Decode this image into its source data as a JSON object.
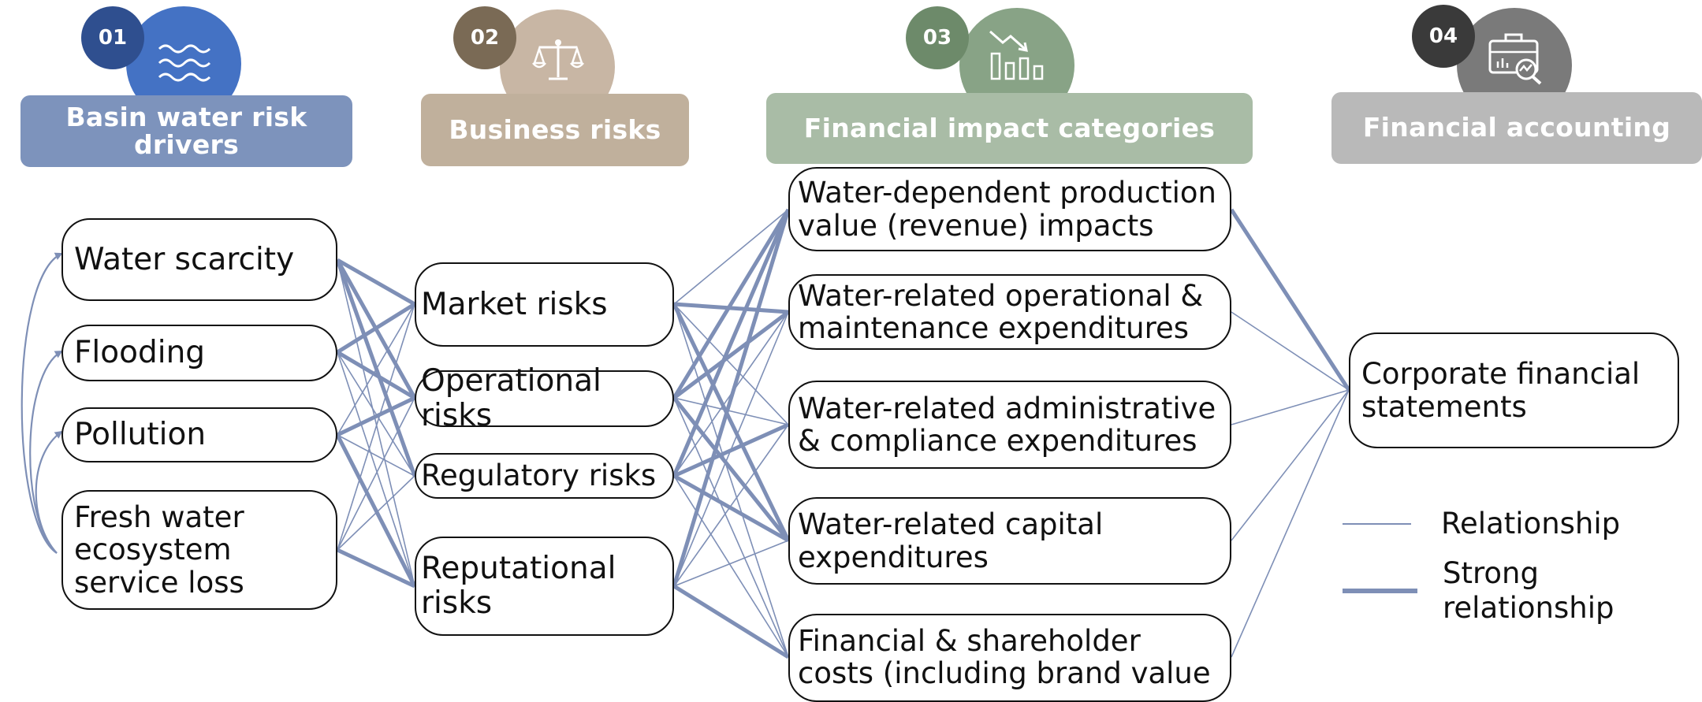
{
  "colors": {
    "link": "#7e8fb6",
    "col1": "#7d93bc",
    "col1_circle": "#4472c4",
    "col1_num": "#2f4f8f",
    "col2": "#c0b09c",
    "col2_circle": "#c8b6a4",
    "col2_num": "#7a6a55",
    "col3": "#a9bca6",
    "col3_circle": "#88a386",
    "col3_num": "#6d8a6a",
    "col4": "#b9b9b9",
    "col4_circle": "#7a7a7a",
    "col4_num": "#3a3a3a"
  },
  "headers": [
    {
      "number": "01",
      "title": "Basin water risk drivers",
      "icon": "water-waves-icon"
    },
    {
      "number": "02",
      "title": "Business risks",
      "icon": "scales-icon"
    },
    {
      "number": "03",
      "title": "Financial impact categories",
      "icon": "declining-bar-chart-icon"
    },
    {
      "number": "04",
      "title": "Financial accounting",
      "icon": "briefcase-analytics-icon"
    }
  ],
  "drivers": [
    "Water scarcity",
    "Flooding",
    "Pollution",
    "Fresh water ecosystem service loss"
  ],
  "business_risks": [
    "Market risks",
    "Operational risks",
    "Regulatory risks",
    "Reputational risks"
  ],
  "impacts": [
    "Water-dependent production value (revenue) impacts",
    "Water-related operational & maintenance expenditures",
    "Water-related administrative & compliance expenditures",
    "Water-related capital expenditures",
    "Financial & shareholder costs (including brand value"
  ],
  "accounting": [
    "Corporate financial statements"
  ],
  "legend": {
    "relationship": "Relationship",
    "strong": "Strong relationship"
  },
  "links": {
    "driver_feedback": [
      [
        3,
        0
      ],
      [
        3,
        1
      ],
      [
        3,
        2
      ]
    ],
    "drivers_to_risks": [
      [
        0,
        0,
        "strong"
      ],
      [
        0,
        1,
        "strong"
      ],
      [
        0,
        2,
        "strong"
      ],
      [
        0,
        3,
        "normal"
      ],
      [
        1,
        0,
        "strong"
      ],
      [
        1,
        1,
        "strong"
      ],
      [
        1,
        2,
        "normal"
      ],
      [
        1,
        3,
        "normal"
      ],
      [
        2,
        0,
        "normal"
      ],
      [
        2,
        1,
        "strong"
      ],
      [
        2,
        2,
        "normal"
      ],
      [
        2,
        3,
        "strong"
      ],
      [
        3,
        0,
        "normal"
      ],
      [
        3,
        1,
        "normal"
      ],
      [
        3,
        2,
        "normal"
      ],
      [
        3,
        3,
        "strong"
      ]
    ],
    "risks_to_impacts": [
      [
        0,
        0,
        "normal"
      ],
      [
        0,
        1,
        "strong"
      ],
      [
        0,
        2,
        "normal"
      ],
      [
        0,
        3,
        "strong"
      ],
      [
        0,
        4,
        "normal"
      ],
      [
        1,
        0,
        "strong"
      ],
      [
        1,
        1,
        "strong"
      ],
      [
        1,
        2,
        "normal"
      ],
      [
        1,
        3,
        "strong"
      ],
      [
        1,
        4,
        "normal"
      ],
      [
        2,
        0,
        "strong"
      ],
      [
        2,
        1,
        "normal"
      ],
      [
        2,
        2,
        "strong"
      ],
      [
        2,
        3,
        "strong"
      ],
      [
        2,
        4,
        "normal"
      ],
      [
        3,
        0,
        "strong"
      ],
      [
        3,
        1,
        "normal"
      ],
      [
        3,
        2,
        "normal"
      ],
      [
        3,
        3,
        "normal"
      ],
      [
        3,
        4,
        "strong"
      ]
    ],
    "impacts_to_accounting": [
      [
        0,
        0,
        "strong"
      ],
      [
        1,
        0,
        "normal"
      ],
      [
        2,
        0,
        "normal"
      ],
      [
        3,
        0,
        "normal"
      ],
      [
        4,
        0,
        "normal"
      ]
    ]
  }
}
